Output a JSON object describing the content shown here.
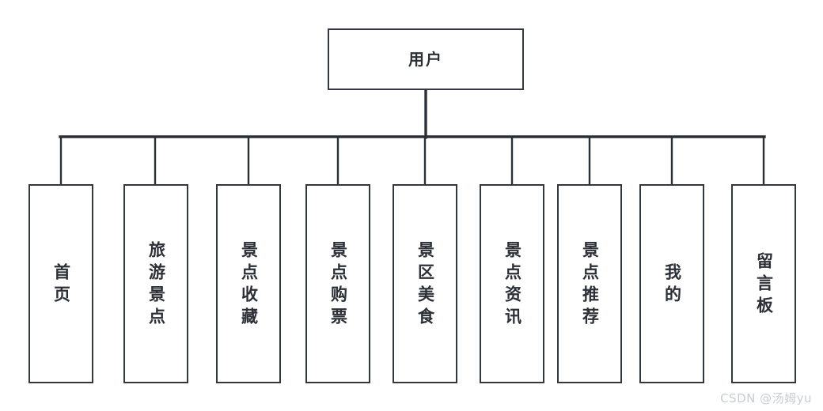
{
  "diagram": {
    "type": "tree-hierarchy",
    "title_text": "",
    "stroke_color": "#33373f",
    "background_color": "#ffffff",
    "text_color": "#2b2f36",
    "root": {
      "label": "用户"
    },
    "children": [
      {
        "label": "首页"
      },
      {
        "label": "旅游景点"
      },
      {
        "label": "景点收藏"
      },
      {
        "label": "景点购票"
      },
      {
        "label": "景区美食"
      },
      {
        "label": "景点资讯"
      },
      {
        "label": "景点推荐"
      },
      {
        "label": "我的"
      },
      {
        "label": "留言板"
      }
    ]
  },
  "watermark": {
    "text": "CSDN @汤姆yu",
    "color": "#c9ccd2"
  }
}
